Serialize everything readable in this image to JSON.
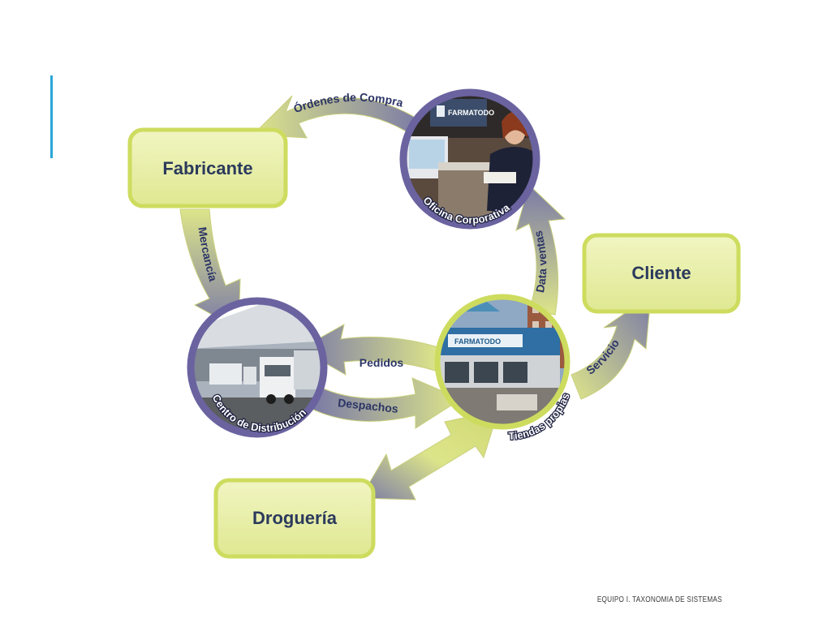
{
  "slide": {
    "footer": "EQUIPO I. TAXONOMIA DE SISTEMAS",
    "accent_color": "#29a6d8"
  },
  "colors": {
    "box_fill": "#e8efa6",
    "box_border": "#cddc5e",
    "arrow_light": "#dde58a",
    "arrow_dark": "#7a7aa6",
    "circle_ring": "#6a63a0",
    "text": "#2b3a5c"
  },
  "nodes": {
    "fabricante": "Fabricante",
    "cliente": "Cliente",
    "drogueria": "Droguería"
  },
  "photo_nodes": {
    "oficina": {
      "label": "Oficina Corporativa",
      "sign": "FARMATODO"
    },
    "centro": {
      "label": "Centro de Distribución"
    },
    "tiendas": {
      "label": "Tiendas propias",
      "sign": "FARMATODO"
    }
  },
  "flows": {
    "ordenes": "Órdenes de Compra",
    "mercancia": "Mercancía",
    "data_ventas": "Data ventas",
    "pedidos": "Pedidos",
    "despachos": "Despachos",
    "servicio": "Servicio"
  }
}
